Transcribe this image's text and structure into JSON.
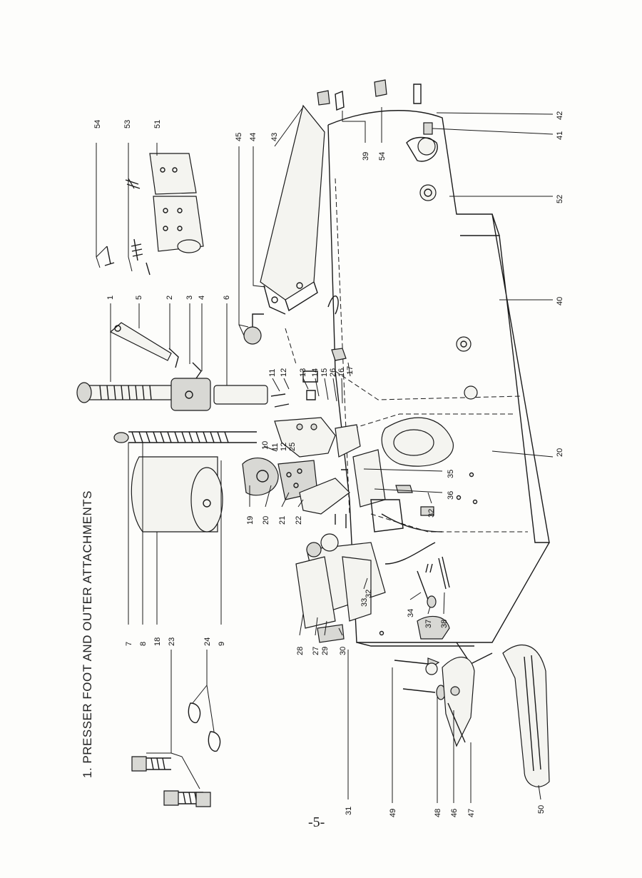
{
  "title": "1. PRESSER FOOT AND OUTER ATTACHMENTS",
  "page_number": "-5-",
  "callouts": [
    "1",
    "2",
    "3",
    "4",
    "5",
    "6",
    "7",
    "8",
    "9",
    "10",
    "11",
    "12",
    "13",
    "14",
    "15",
    "16",
    "17",
    "18",
    "19",
    "20",
    "21",
    "22",
    "23",
    "24",
    "25",
    "26",
    "27",
    "28",
    "29",
    "30",
    "31",
    "32",
    "33",
    "34",
    "35",
    "36",
    "37",
    "38",
    "39",
    "40",
    "41",
    "42",
    "43",
    "44",
    "45",
    "46",
    "47",
    "48",
    "49",
    "50",
    "51",
    "52",
    "53",
    "54"
  ]
}
